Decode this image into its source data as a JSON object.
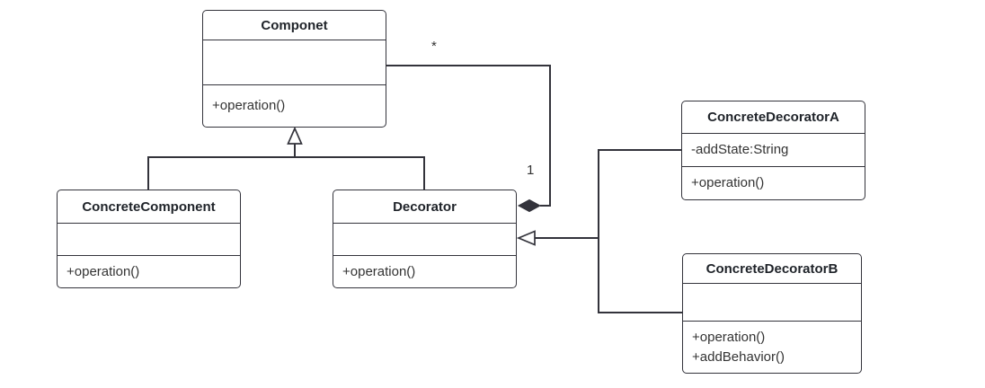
{
  "diagram": {
    "type": "uml-class-diagram",
    "pattern": "Decorator",
    "colors": {
      "stroke": "#33333b",
      "box_fill": "#ffffff",
      "text": "#333333",
      "title_text": "#1f2329",
      "bg": "#ffffff"
    },
    "classes": [
      {
        "id": "componet",
        "title": "Componet",
        "attributes": [],
        "methods": [
          "+operation()"
        ]
      },
      {
        "id": "concrete-component",
        "title": "ConcreteComponent",
        "attributes": [],
        "methods": [
          "+operation()"
        ]
      },
      {
        "id": "decorator",
        "title": "Decorator",
        "attributes": [],
        "methods": [
          "+operation()"
        ]
      },
      {
        "id": "concrete-decorator-a",
        "title": "ConcreteDecoratorA",
        "attributes": [
          "-addState:String"
        ],
        "methods": [
          "+operation()"
        ]
      },
      {
        "id": "concrete-decorator-b",
        "title": "ConcreteDecoratorB",
        "attributes": [],
        "methods": [
          "+operation()",
          "+addBehavior()"
        ]
      }
    ],
    "labels": {
      "many": "*",
      "one": "1"
    },
    "relationships": [
      {
        "kind": "generalization",
        "from": "ConcreteComponent",
        "to": "Componet"
      },
      {
        "kind": "generalization",
        "from": "Decorator",
        "to": "Componet"
      },
      {
        "kind": "aggregation",
        "from": "Decorator",
        "to": "Componet",
        "from_multiplicity": "1",
        "to_multiplicity": "*"
      },
      {
        "kind": "generalization",
        "from": "ConcreteDecoratorA",
        "to": "Decorator"
      },
      {
        "kind": "generalization",
        "from": "ConcreteDecoratorB",
        "to": "Decorator"
      }
    ]
  }
}
